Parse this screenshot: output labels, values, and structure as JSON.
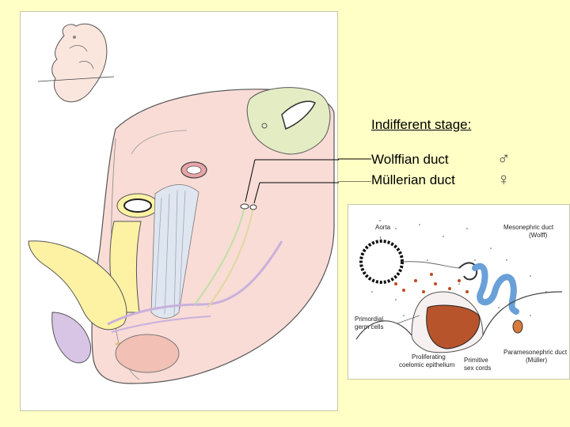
{
  "legend": {
    "heading": "Indifferent stage:",
    "items": [
      {
        "label": "Wolffian duct",
        "symbol": "♂"
      },
      {
        "label": "Müllerian duct",
        "symbol": "♀"
      }
    ]
  },
  "inset": {
    "labels": {
      "aorta": "Aorta",
      "mesonephric": "Mesonephric duct",
      "mesonephric_sub": "(Wolff)",
      "primordial": "Primordial",
      "primordial_sub": "germ cells",
      "proliferating": "Proliferating",
      "proliferating_sub": "coelomic epithelium",
      "primitive": "Primitive",
      "primitive_sub": "sex cords",
      "paramesonephric": "Paramesonephric duct",
      "paramesonephric_sub": "(Müller)"
    }
  },
  "colors": {
    "background": "#ffffc6",
    "tissue": "#f9dcd6",
    "neural_tube": "#e4ecc4",
    "ureter_yellow": "#fdf2a4",
    "gut": "#f2c0b4",
    "vessel_purple": "#d8c4e4",
    "duct_blue": "#7aaee0",
    "gonad_orange": "#d87a3a"
  }
}
